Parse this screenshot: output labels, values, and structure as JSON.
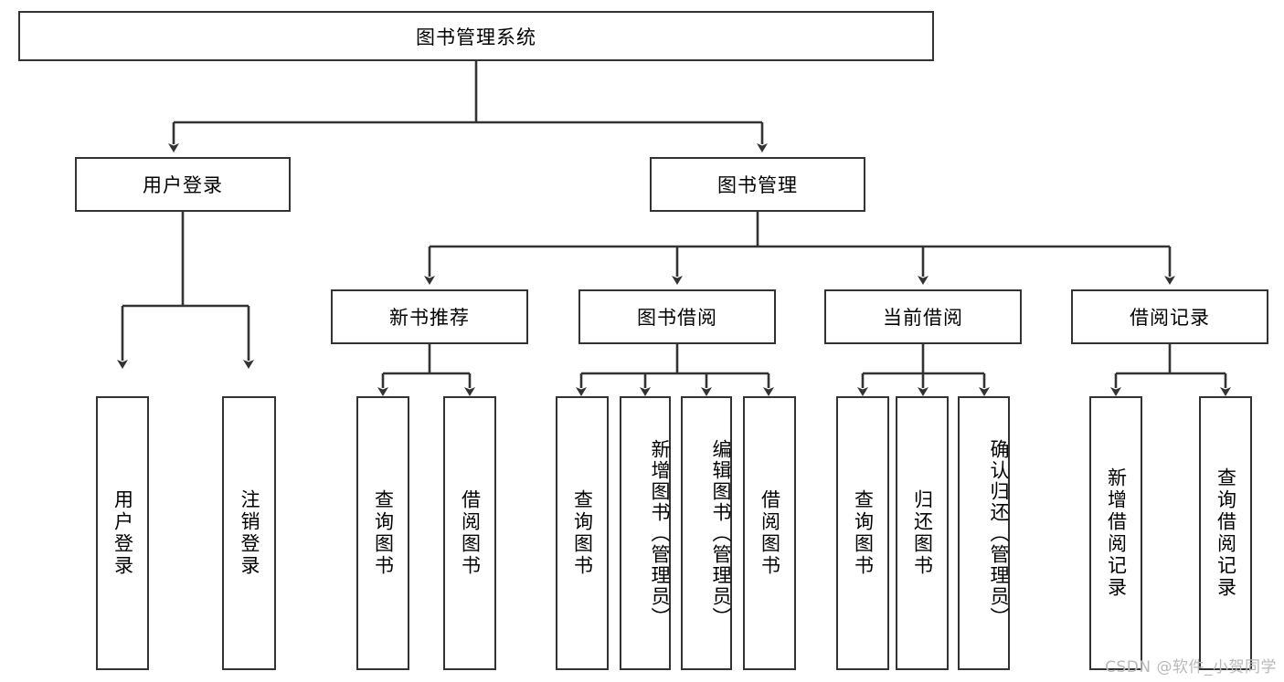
{
  "diagram": {
    "title": "图书管理系统",
    "watermark": "CSDN @软件_小贺同学",
    "colors": {
      "box_border": "#333333",
      "box_fill": "#ffffff",
      "connector": "#333333",
      "background": "#ffffff",
      "watermark": "#b9b9b9"
    },
    "root": {
      "label": "图书管理系统"
    },
    "level1": [
      {
        "label": "用户登录"
      },
      {
        "label": "图书管理"
      }
    ],
    "level2": [
      {
        "label": "新书推荐"
      },
      {
        "label": "图书借阅"
      },
      {
        "label": "当前借阅"
      },
      {
        "label": "借阅记录"
      }
    ],
    "leaves": {
      "user_login": [
        {
          "label": "用户登录"
        },
        {
          "label": "注销登录"
        }
      ],
      "new_book_recommend": [
        {
          "label": "查询图书"
        },
        {
          "label": "借阅图书"
        }
      ],
      "book_borrow": [
        {
          "label": "查询图书"
        },
        {
          "label": "新增图书（管理员）"
        },
        {
          "label": "编辑图书（管理员）"
        },
        {
          "label": "借阅图书"
        }
      ],
      "current_borrow": [
        {
          "label": "查询图书"
        },
        {
          "label": "归还图书"
        },
        {
          "label": "确认归还（管理员）"
        }
      ],
      "borrow_record": [
        {
          "label": "新增借阅记录"
        },
        {
          "label": "查询借阅记录"
        }
      ]
    }
  }
}
